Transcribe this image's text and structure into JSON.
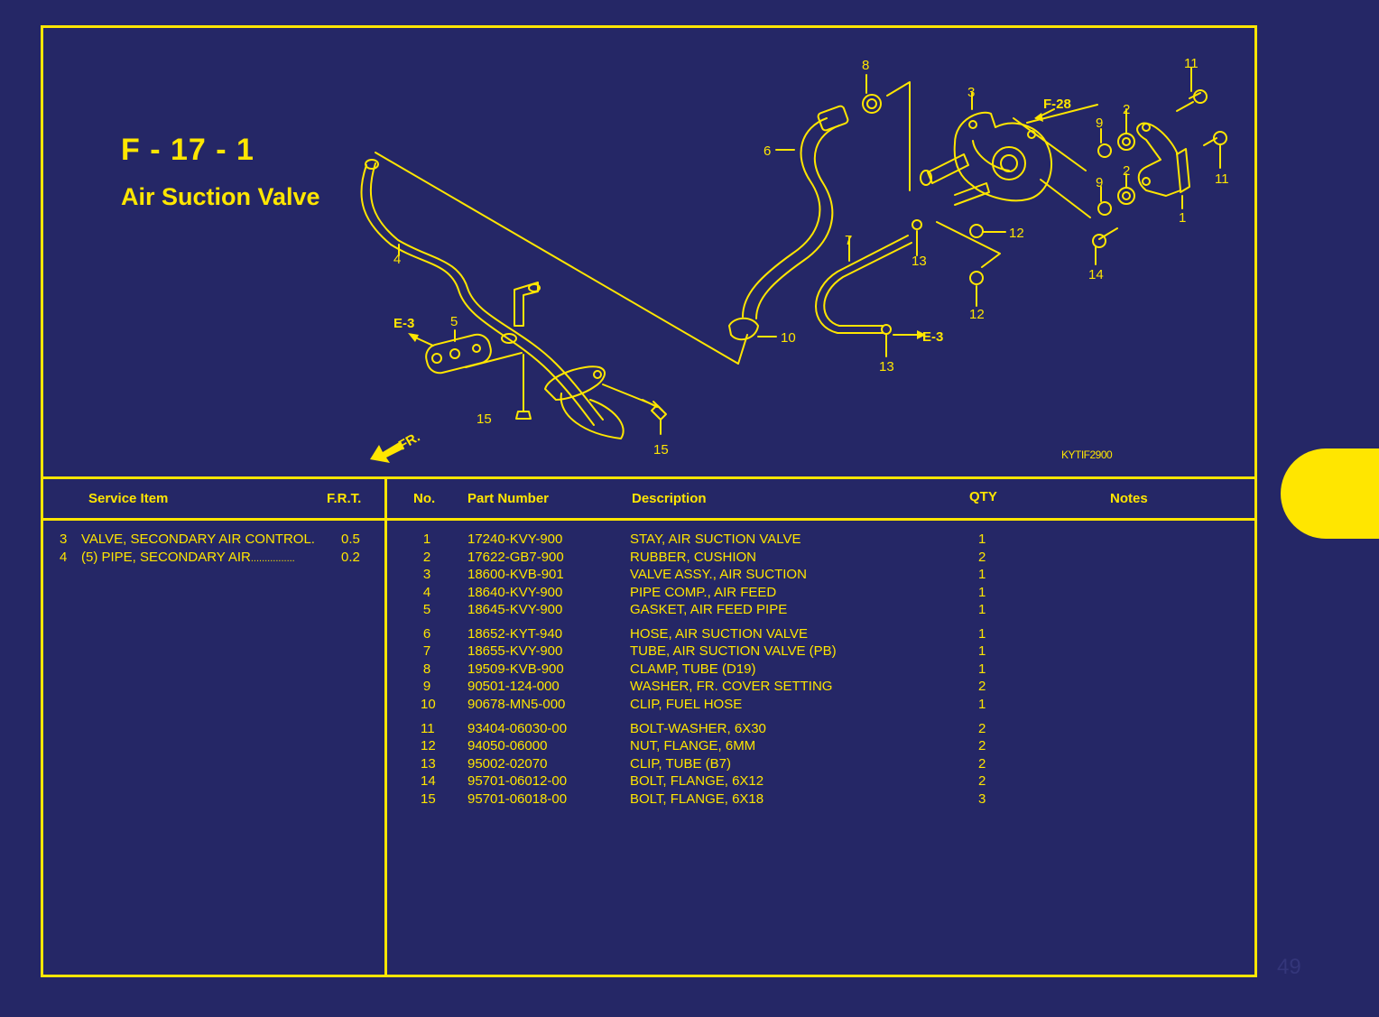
{
  "section": {
    "code": "F - 17 - 1",
    "name": "Air Suction Valve",
    "diagram_id": "KYTIF2900"
  },
  "callouts": {
    "n1": "1",
    "n2": "2",
    "n3": "3",
    "n4": "4",
    "n5": "5",
    "n6": "6",
    "n7": "7",
    "n8": "8",
    "n9": "9",
    "n10": "10",
    "n11": "11",
    "n12": "12",
    "n13": "13",
    "n14": "14",
    "n15": "15",
    "ref_e3": "E-3",
    "ref_f28": "F-28",
    "fr": "FR."
  },
  "service_table": {
    "headers": {
      "item": "Service Item",
      "frt": "F.R.T."
    },
    "rows": [
      {
        "ref": "3",
        "item": "VALVE, SECONDARY AIR CONTROL",
        "dots": ".",
        "frt": "0.5"
      },
      {
        "ref": "4",
        "item": "(5) PIPE, SECONDARY AIR",
        "dots": "................",
        "frt": "0.2"
      }
    ]
  },
  "parts_table": {
    "headers": {
      "no": "No.",
      "part_number": "Part Number",
      "description": "Description",
      "qty": "QTY",
      "notes": "Notes"
    },
    "rows": [
      {
        "no": "1",
        "part_number": "17240-KVY-900",
        "description": "STAY, AIR SUCTION VALVE",
        "qty": "1"
      },
      {
        "no": "2",
        "part_number": "17622-GB7-900",
        "description": "RUBBER, CUSHION",
        "qty": "2"
      },
      {
        "no": "3",
        "part_number": "18600-KVB-901",
        "description": "VALVE ASSY., AIR SUCTION",
        "qty": "1"
      },
      {
        "no": "4",
        "part_number": "18640-KVY-900",
        "description": "PIPE COMP., AIR FEED",
        "qty": "1"
      },
      {
        "no": "5",
        "part_number": "18645-KVY-900",
        "description": "GASKET, AIR FEED PIPE",
        "qty": "1"
      },
      {
        "no": "6",
        "part_number": "18652-KYT-940",
        "description": "HOSE, AIR SUCTION VALVE",
        "qty": "1"
      },
      {
        "no": "7",
        "part_number": "18655-KVY-900",
        "description": "TUBE, AIR SUCTION VALVE (PB)",
        "qty": "1"
      },
      {
        "no": "8",
        "part_number": "19509-KVB-900",
        "description": "CLAMP, TUBE (D19)",
        "qty": "1"
      },
      {
        "no": "9",
        "part_number": "90501-124-000",
        "description": "WASHER, FR. COVER SETTING",
        "qty": "2"
      },
      {
        "no": "10",
        "part_number": "90678-MN5-000",
        "description": "CLIP, FUEL HOSE",
        "qty": "1"
      },
      {
        "no": "11",
        "part_number": "93404-06030-00",
        "description": "BOLT-WASHER, 6X30",
        "qty": "2"
      },
      {
        "no": "12",
        "part_number": "94050-06000",
        "description": "NUT, FLANGE, 6MM",
        "qty": "2"
      },
      {
        "no": "13",
        "part_number": "95002-02070",
        "description": "CLIP, TUBE (B7)",
        "qty": "2"
      },
      {
        "no": "14",
        "part_number": "95701-06012-00",
        "description": "BOLT, FLANGE, 6X12",
        "qty": "2"
      },
      {
        "no": "15",
        "part_number": "95701-06018-00",
        "description": "BOLT, FLANGE, 6X18",
        "qty": "3"
      }
    ]
  },
  "page": {
    "number": "49"
  },
  "colors": {
    "background": "#252766",
    "accent": "#FFE600"
  }
}
